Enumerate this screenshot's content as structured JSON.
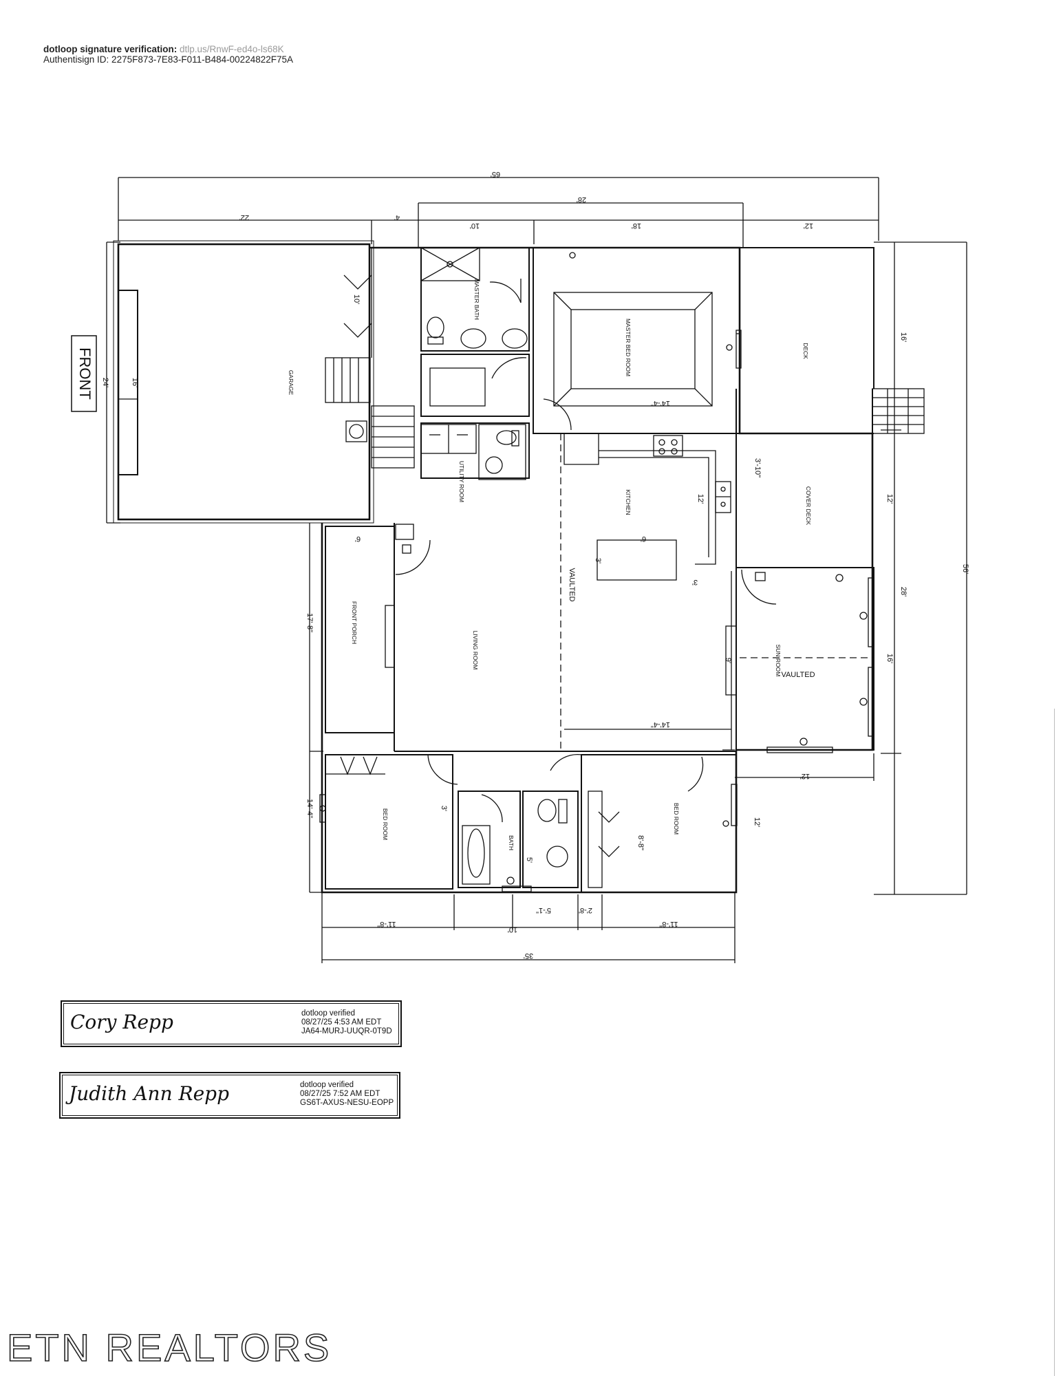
{
  "header": {
    "verification_label": "dotloop signature verification:",
    "verification_link": "dtlp.us/RnwF-ed4o-ls68K",
    "authentisign": "Authentisign ID: 2275F873-7E83-F011-B484-00224822F75A"
  },
  "plan": {
    "front_label": "FRONT",
    "rooms": {
      "garage": "GARAGE",
      "master_bath": "MASTER BATH",
      "master_bedroom": "MASTER BED ROOM",
      "deck": "DECK",
      "kitchen": "KITCHEN",
      "utility_room": "UTILITY ROOM",
      "covered_deck": "COVER DECK",
      "front_porch": "FRONT PORCH",
      "living_room": "LIVING ROOM",
      "vaulted_living": "VAULTED",
      "sun_room": "SUN ROOM",
      "vaulted_sun": "VAULTED",
      "bedroom_left": "BED ROOM",
      "bath": "BATH",
      "bedroom_right": "BED ROOM"
    },
    "dimensions": {
      "overall_width": "65'",
      "master_span": "28'",
      "garage_width": "22'",
      "gap_4": "4'",
      "master_bath_w": "10'",
      "master_bed_w": "18'",
      "deck_w": "12'",
      "garage_depth": "24'",
      "garage_door": "16'",
      "closet_10": "10'",
      "porch_w": "6'",
      "porch_len": "17'-8\"",
      "bed_left_h": "14'-4\"",
      "master_h": "14'-4\"",
      "kitchen_3_10": "3'-10\"",
      "kitchen_12": "12'",
      "island_6w": "6'",
      "island_3": "3'",
      "island_3b": "3'",
      "deck_16": "16'",
      "cover_deck_12": "12'",
      "right_28": "28'",
      "overall_56": "56'",
      "sun_16": "16'",
      "sun_12": "12'",
      "living_9": "9'",
      "living_14_4": "14'-4\"",
      "bed_right_12": "12'",
      "bath_3": "3'",
      "bath_5": "5'",
      "closet_8_8": "8'-8\"",
      "bottom_11_8a": "11'-8\"",
      "bottom_10": "10'",
      "bottom_5_1": "5'-1\"",
      "bottom_2_8": "2'-8\"",
      "bottom_11_8b": "11'-8\"",
      "bottom_35": "35'"
    }
  },
  "signatures": [
    {
      "name": "Cory Repp",
      "verified": "dotloop verified",
      "date": "08/27/25 4:53 AM EDT",
      "code": "JA64-MURJ-UUQR-0T9D"
    },
    {
      "name": "Judith Ann Repp",
      "verified": "dotloop verified",
      "date": "08/27/25 7:52 AM EDT",
      "code": "GS6T-AXUS-NESU-EOPP"
    }
  ],
  "brand": "ETN REALTORS"
}
